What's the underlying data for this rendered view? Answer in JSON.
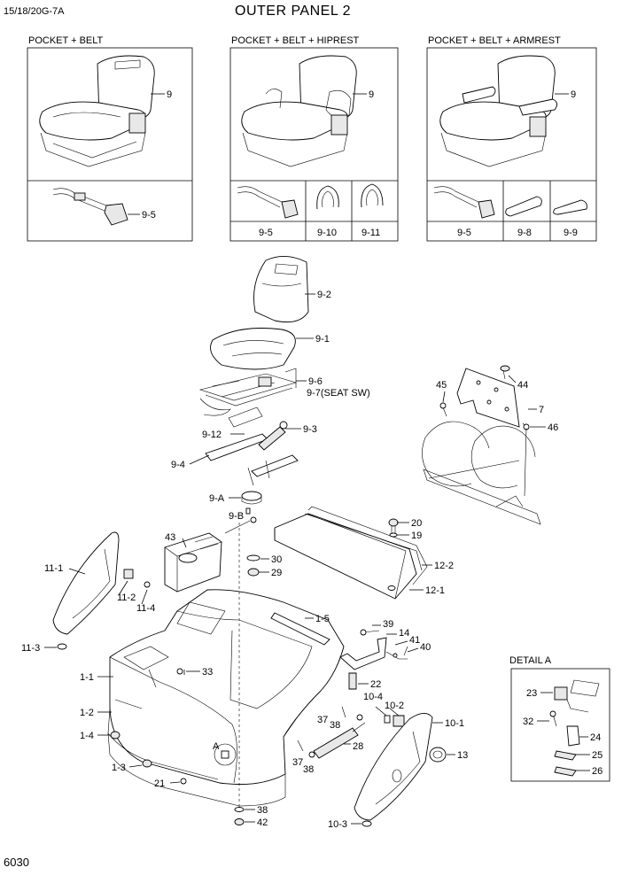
{
  "header": {
    "model": "15/18/20G-7A",
    "title": "OUTER PANEL 2",
    "page_number": "6030"
  },
  "variants": [
    {
      "label": "POCKET + BELT",
      "seat_callout": "9",
      "parts": [
        "9-5"
      ]
    },
    {
      "label": "POCKET + BELT + HIPREST",
      "seat_callout": "9",
      "parts": [
        "9-5",
        "9-10",
        "9-11"
      ]
    },
    {
      "label": "POCKET + BELT + ARMREST",
      "seat_callout": "9",
      "parts": [
        "9-5",
        "9-8",
        "9-9"
      ]
    }
  ],
  "detail": {
    "title": "DETAIL A",
    "callouts": [
      "23",
      "32",
      "24",
      "25",
      "26"
    ]
  },
  "callouts": {
    "c9_2": "9-2",
    "c9_1": "9-1",
    "c9_6": "9-6",
    "c9_7": "9-7(SEAT SW)",
    "c9_12": "9-12",
    "c9_3": "9-3",
    "c9_4": "9-4",
    "c9_A": "9-A",
    "c9_B": "9-B",
    "c43": "43",
    "c30": "30",
    "c29": "29",
    "c20": "20",
    "c19": "19",
    "c12_2": "12-2",
    "c12_1": "12-1",
    "c11_1": "11-1",
    "c11_2": "11-2",
    "c11_4": "11-4",
    "c11_3": "11-3",
    "c1_5": "1-5",
    "c39": "39",
    "c14": "14",
    "c41": "41",
    "c40": "40",
    "c22": "22",
    "c33": "33",
    "c1_1": "1-1",
    "c1_2": "1-2",
    "c1_4": "1-4",
    "c1_3": "1-3",
    "c21": "21",
    "cA": "A",
    "c10_4": "10-4",
    "c10_2": "10-2",
    "c37a": "37",
    "c38a": "38",
    "c10_1": "10-1",
    "c28": "28",
    "c37b": "37",
    "c38b": "38",
    "c13": "13",
    "c38c": "38",
    "c42": "42",
    "c10_3": "10-3",
    "c45": "45",
    "c44": "44",
    "c7": "7",
    "c46": "46"
  }
}
